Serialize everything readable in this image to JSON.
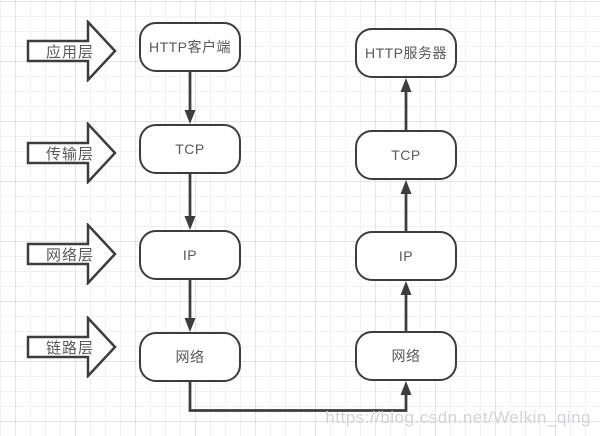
{
  "diagram": {
    "layers": [
      {
        "label": "应用层"
      },
      {
        "label": "传输层"
      },
      {
        "label": "网络层"
      },
      {
        "label": "链路层"
      }
    ],
    "client_nodes": [
      {
        "label": "HTTP客户端"
      },
      {
        "label": "TCP"
      },
      {
        "label": "IP"
      },
      {
        "label": "网络"
      }
    ],
    "server_nodes": [
      {
        "label": "HTTP服务器"
      },
      {
        "label": "TCP"
      },
      {
        "label": "IP"
      },
      {
        "label": "网络"
      }
    ],
    "watermark": "https://blog.csdn.net/Welkin_qing",
    "colors": {
      "stroke": "#3d3d3d",
      "text": "#595959",
      "grid_minor": "#f1f1f4",
      "grid_major": "#e3e3e7",
      "watermark": "#d3d3d6",
      "background": "#ffffff"
    }
  }
}
